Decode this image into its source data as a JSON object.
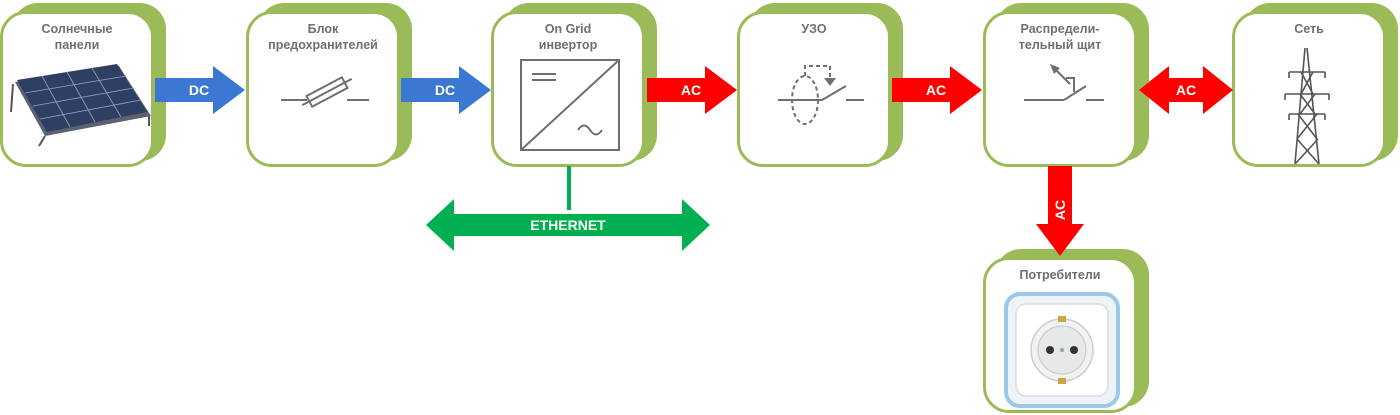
{
  "blocks": {
    "solar": {
      "title_1": "Солнечные",
      "title_2": "панели"
    },
    "fuse": {
      "title_1": "Блок",
      "title_2": "предохранителей"
    },
    "inverter": {
      "title_1": "On Grid",
      "title_2": "инвертор"
    },
    "rcd": {
      "title_1": "УЗО"
    },
    "panel": {
      "title_1": "Распредели-",
      "title_2": "тельный щит"
    },
    "grid": {
      "title_1": "Сеть"
    },
    "consumers": {
      "title_1": "Потребители"
    }
  },
  "links": {
    "solar_to_fuse": "DC",
    "fuse_to_inverter": "DC",
    "inverter_to_rcd": "AC",
    "rcd_to_panel": "AC",
    "panel_grid": "AC",
    "panel_to_consumers": "AC",
    "inverter_network": "ETHERNET"
  },
  "colors": {
    "block_border": "#9bbb59",
    "dc_arrow": "#3a78d4",
    "ac_arrow": "#ff0000",
    "ethernet_arrow": "#00b050",
    "symbol_gray": "#6f6f6f"
  }
}
